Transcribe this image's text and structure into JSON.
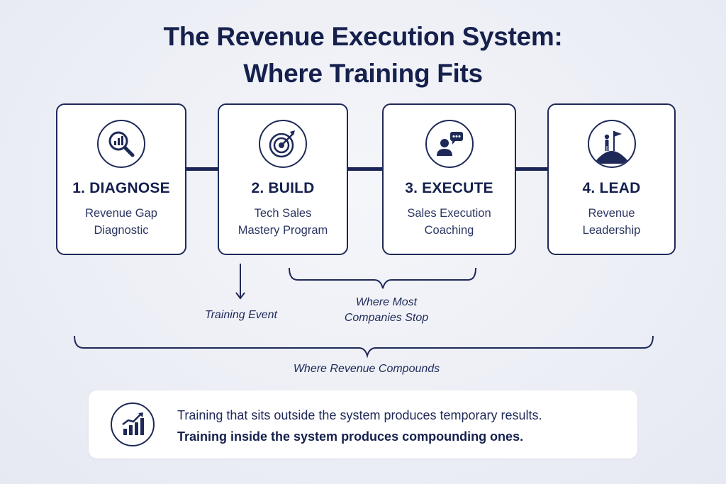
{
  "title": {
    "line1": "The Revenue Execution System:",
    "line2": "Where Training Fits"
  },
  "steps": [
    {
      "title": "1. DIAGNOSE",
      "sub1": "Revenue Gap",
      "sub2": "Diagnostic",
      "icon": "magnifier-chart-icon"
    },
    {
      "title": "2. BUILD",
      "sub1": "Tech Sales",
      "sub2": "Mastery Program",
      "icon": "target-icon"
    },
    {
      "title": "3. EXECUTE",
      "sub1": "Sales Execution",
      "sub2": "Coaching",
      "icon": "person-chat-icon"
    },
    {
      "title": "4. LEAD",
      "sub1": "Revenue",
      "sub2": "Leadership",
      "icon": "summit-flag-icon"
    }
  ],
  "annotations": {
    "training_event": "Training Event",
    "where_most_line1": "Where Most",
    "where_most_line2": "Companies Stop",
    "where_revenue": "Where Revenue Compounds"
  },
  "callout": {
    "line1": "Training that sits outside the system produces temporary results.",
    "line2": "Training inside the system produces compounding ones.",
    "icon": "growth-chart-icon"
  },
  "colors": {
    "navy": "#1e2958",
    "title": "#15204d",
    "background": "#eceef5",
    "card": "#ffffff"
  }
}
